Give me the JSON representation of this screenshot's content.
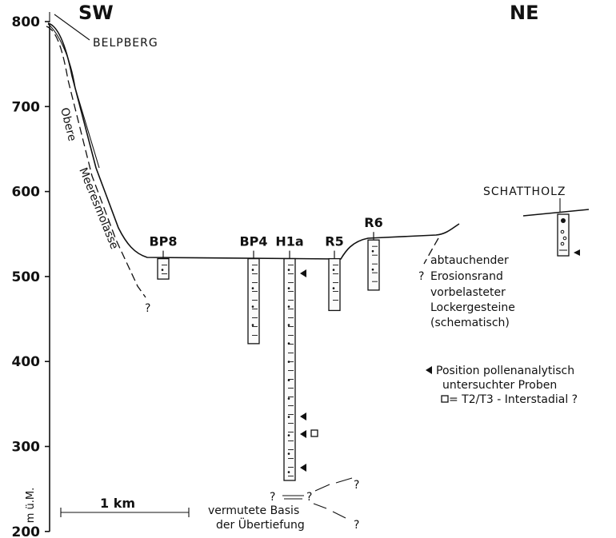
{
  "directions": {
    "left": "SW",
    "right": "NE"
  },
  "y_axis": {
    "unit": "m ü.M.",
    "ticks": [
      800,
      700,
      600,
      500,
      400,
      300,
      200
    ]
  },
  "place_labels": {
    "belpberg": "BELPBERG",
    "schattholz": "SCHATTHOLZ"
  },
  "slope_label": {
    "line1": "Obere",
    "line2": "Meeresmolasse"
  },
  "boreholes": [
    {
      "id": "BP8",
      "top_m": 521,
      "bottom_m": 497
    },
    {
      "id": "BP4",
      "top_m": 521,
      "bottom_m": 421
    },
    {
      "id": "H1a",
      "top_m": 521,
      "bottom_m": 260
    },
    {
      "id": "R5",
      "top_m": 521,
      "bottom_m": 460
    },
    {
      "id": "R6",
      "top_m": 543,
      "bottom_m": 484
    }
  ],
  "erosion_note": {
    "lines": [
      "abtauchender",
      "Erosionsrand",
      "vorbelasteter",
      "Lockergesteine",
      "(schematisch)"
    ]
  },
  "question_mark": "?",
  "legend": {
    "line1": "Position pollenanalytisch",
    "line2": "untersuchter Proben",
    "line3": "= T2/T3 - Interstadial ?"
  },
  "scale_bar": {
    "label": "1 km"
  },
  "basis_note": {
    "line1": "vermutete Basis",
    "line2": "der Übertiefung"
  }
}
